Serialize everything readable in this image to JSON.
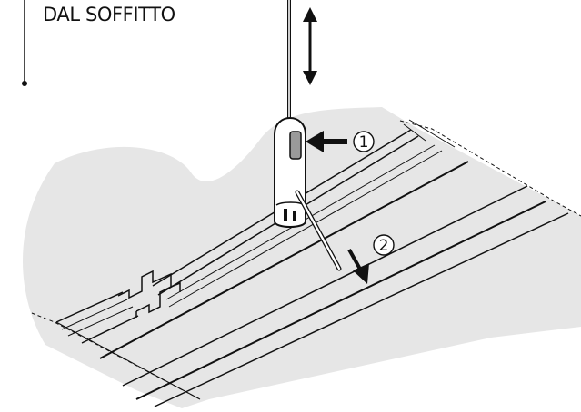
{
  "caption": "DAL SOFFITTO",
  "steps": [
    {
      "number": "1"
    },
    {
      "number": "2"
    }
  ],
  "colors": {
    "surface": "#e6e6e6",
    "line": "#111111",
    "tab": "#9a9a9a"
  }
}
